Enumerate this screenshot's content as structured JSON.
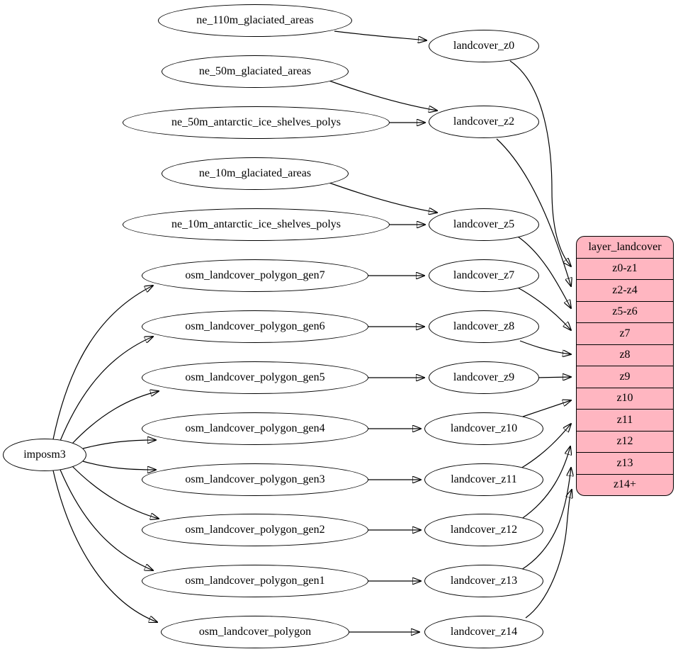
{
  "diagram": {
    "background": "#ffffff",
    "colors": {
      "node_fill": "#ffffff",
      "node_stroke": "#000000",
      "edge_stroke": "#000000",
      "layer_fill": "#ffb6c1"
    },
    "source_node": {
      "label": "imposm3"
    },
    "input_tables": [
      "ne_110m_glaciated_areas",
      "ne_50m_glaciated_areas",
      "ne_50m_antarctic_ice_shelves_polys",
      "ne_10m_glaciated_areas",
      "ne_10m_antarctic_ice_shelves_polys",
      "osm_landcover_polygon_gen7",
      "osm_landcover_polygon_gen6",
      "osm_landcover_polygon_gen5",
      "osm_landcover_polygon_gen4",
      "osm_landcover_polygon_gen3",
      "osm_landcover_polygon_gen2",
      "osm_landcover_polygon_gen1",
      "osm_landcover_polygon"
    ],
    "generalized_tables": [
      "landcover_z0",
      "landcover_z2",
      "landcover_z5",
      "landcover_z7",
      "landcover_z8",
      "landcover_z9",
      "landcover_z10",
      "landcover_z11",
      "landcover_z12",
      "landcover_z13",
      "landcover_z14"
    ],
    "layer_table": {
      "header": "layer_landcover",
      "rows": [
        "z0-z1",
        "z2-z4",
        "z5-z6",
        "z7",
        "z8",
        "z9",
        "z10",
        "z11",
        "z12",
        "z13",
        "z14+"
      ]
    },
    "edges": [
      {
        "from": "imposm3",
        "to": "osm_landcover_polygon_gen7"
      },
      {
        "from": "imposm3",
        "to": "osm_landcover_polygon_gen6"
      },
      {
        "from": "imposm3",
        "to": "osm_landcover_polygon_gen5"
      },
      {
        "from": "imposm3",
        "to": "osm_landcover_polygon_gen4"
      },
      {
        "from": "imposm3",
        "to": "osm_landcover_polygon_gen3"
      },
      {
        "from": "imposm3",
        "to": "osm_landcover_polygon_gen2"
      },
      {
        "from": "imposm3",
        "to": "osm_landcover_polygon_gen1"
      },
      {
        "from": "imposm3",
        "to": "osm_landcover_polygon"
      },
      {
        "from": "ne_110m_glaciated_areas",
        "to": "landcover_z0"
      },
      {
        "from": "ne_50m_glaciated_areas",
        "to": "landcover_z2"
      },
      {
        "from": "ne_50m_antarctic_ice_shelves_polys",
        "to": "landcover_z2"
      },
      {
        "from": "ne_10m_glaciated_areas",
        "to": "landcover_z5"
      },
      {
        "from": "ne_10m_antarctic_ice_shelves_polys",
        "to": "landcover_z5"
      },
      {
        "from": "osm_landcover_polygon_gen7",
        "to": "landcover_z7"
      },
      {
        "from": "osm_landcover_polygon_gen6",
        "to": "landcover_z8"
      },
      {
        "from": "osm_landcover_polygon_gen5",
        "to": "landcover_z9"
      },
      {
        "from": "osm_landcover_polygon_gen4",
        "to": "landcover_z10"
      },
      {
        "from": "osm_landcover_polygon_gen3",
        "to": "landcover_z11"
      },
      {
        "from": "osm_landcover_polygon_gen2",
        "to": "landcover_z12"
      },
      {
        "from": "osm_landcover_polygon_gen1",
        "to": "landcover_z13"
      },
      {
        "from": "osm_landcover_polygon",
        "to": "landcover_z14"
      },
      {
        "from": "landcover_z0",
        "to": "layer_landcover:z0-z1"
      },
      {
        "from": "landcover_z2",
        "to": "layer_landcover:z2-z4"
      },
      {
        "from": "landcover_z5",
        "to": "layer_landcover:z5-z6"
      },
      {
        "from": "landcover_z7",
        "to": "layer_landcover:z7"
      },
      {
        "from": "landcover_z8",
        "to": "layer_landcover:z8"
      },
      {
        "from": "landcover_z9",
        "to": "layer_landcover:z9"
      },
      {
        "from": "landcover_z10",
        "to": "layer_landcover:z10"
      },
      {
        "from": "landcover_z11",
        "to": "layer_landcover:z11"
      },
      {
        "from": "landcover_z12",
        "to": "layer_landcover:z12"
      },
      {
        "from": "landcover_z13",
        "to": "layer_landcover:z13"
      },
      {
        "from": "landcover_z14",
        "to": "layer_landcover:z14+"
      }
    ]
  }
}
